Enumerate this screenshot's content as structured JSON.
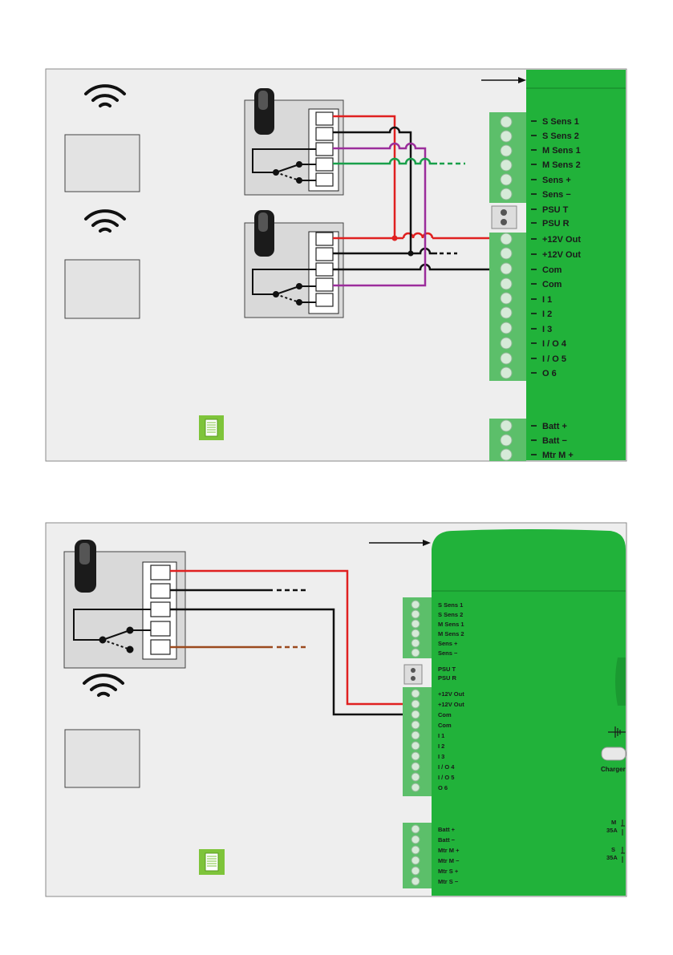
{
  "colors": {
    "board_green": "#21b23a",
    "board_dark_green": "#1b9a31",
    "connector_green": "#5cbf6a",
    "wire_red": "#e02020",
    "wire_black": "#111111",
    "wire_purple": "#9b2d9b",
    "wire_green": "#19a04a",
    "wire_brown": "#9b4a1e",
    "panel_border": "#8a8a8a",
    "receiver_gray": "#d9d9d9",
    "box_gray": "#e3e3e3"
  },
  "diagram1": {
    "terminal_labels_top": [
      "S Sens 1",
      "S Sens 2",
      "M Sens 1",
      "M Sens 2",
      "Sens +",
      "Sens −"
    ],
    "terminal_labels_psu": [
      "PSU T",
      "PSU R"
    ],
    "terminal_labels_io": [
      "+12V Out",
      "+12V Out",
      "Com",
      "Com",
      "I 1",
      "I 2",
      "I 3",
      "I / O 4",
      "I / O 5",
      "O 6"
    ],
    "terminal_labels_bottom": [
      "Batt +",
      "Batt −",
      "Mtr M +"
    ]
  },
  "diagram2": {
    "terminal_labels_top": [
      "S Sens 1",
      "S Sens 2",
      "M Sens 1",
      "M Sens 2",
      "Sens +",
      "Sens −"
    ],
    "terminal_labels_psu": [
      "PSU T",
      "PSU R"
    ],
    "terminal_labels_io": [
      "+12V Out",
      "+12V Out",
      "Com",
      "Com",
      "I 1",
      "I 2",
      "I 3",
      "I / O 4",
      "I / O 5",
      "O 6"
    ],
    "terminal_labels_bottom": [
      "Batt +",
      "Batt −",
      "Mtr M +",
      "Mtr M −",
      "Mtr S +",
      "Mtr S −"
    ],
    "charger_label": "Charger",
    "fuse_m_label": "M",
    "fuse_m_rating": "35A",
    "fuse_s_label": "S",
    "fuse_s_rating": "35A"
  }
}
